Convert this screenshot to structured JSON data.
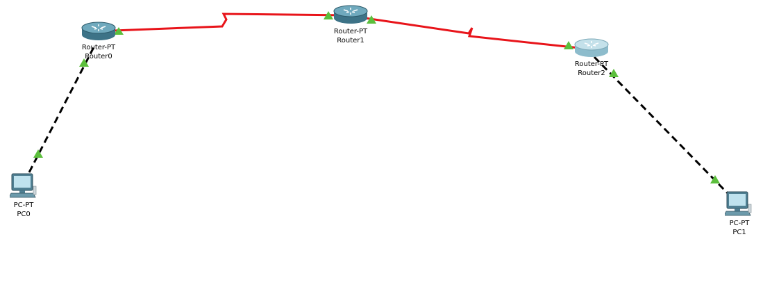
{
  "devices": {
    "router0": {
      "model": "Router-PT",
      "name": "Router0",
      "icon": "router-icon"
    },
    "router1": {
      "model": "Router-PT",
      "name": "Router1",
      "icon": "router-icon"
    },
    "router2": {
      "model": "Router-PT",
      "name": "Router2",
      "icon": "router-icon"
    },
    "pc0": {
      "model": "PC-PT",
      "name": "PC0",
      "icon": "pc-icon"
    },
    "pc1": {
      "model": "PC-PT",
      "name": "PC1",
      "icon": "pc-icon"
    }
  },
  "links": [
    {
      "from": "Router0",
      "to": "Router1",
      "type": "serial",
      "color": "#e8141a",
      "status": "up"
    },
    {
      "from": "Router1",
      "to": "Router2",
      "type": "serial",
      "color": "#e8141a",
      "status": "up"
    },
    {
      "from": "PC0",
      "to": "Router0",
      "type": "copper-cross-over",
      "color": "#000000",
      "status": "up"
    },
    {
      "from": "Router2",
      "to": "PC1",
      "type": "copper-cross-over",
      "color": "#000000",
      "status": "up"
    }
  ],
  "colors": {
    "serial_link": "#e8141a",
    "copper_link": "#000000",
    "link_up_indicator": "#5cbf3c",
    "router_body": "#4f8fa6",
    "router2_body": "#a9cfdc"
  }
}
